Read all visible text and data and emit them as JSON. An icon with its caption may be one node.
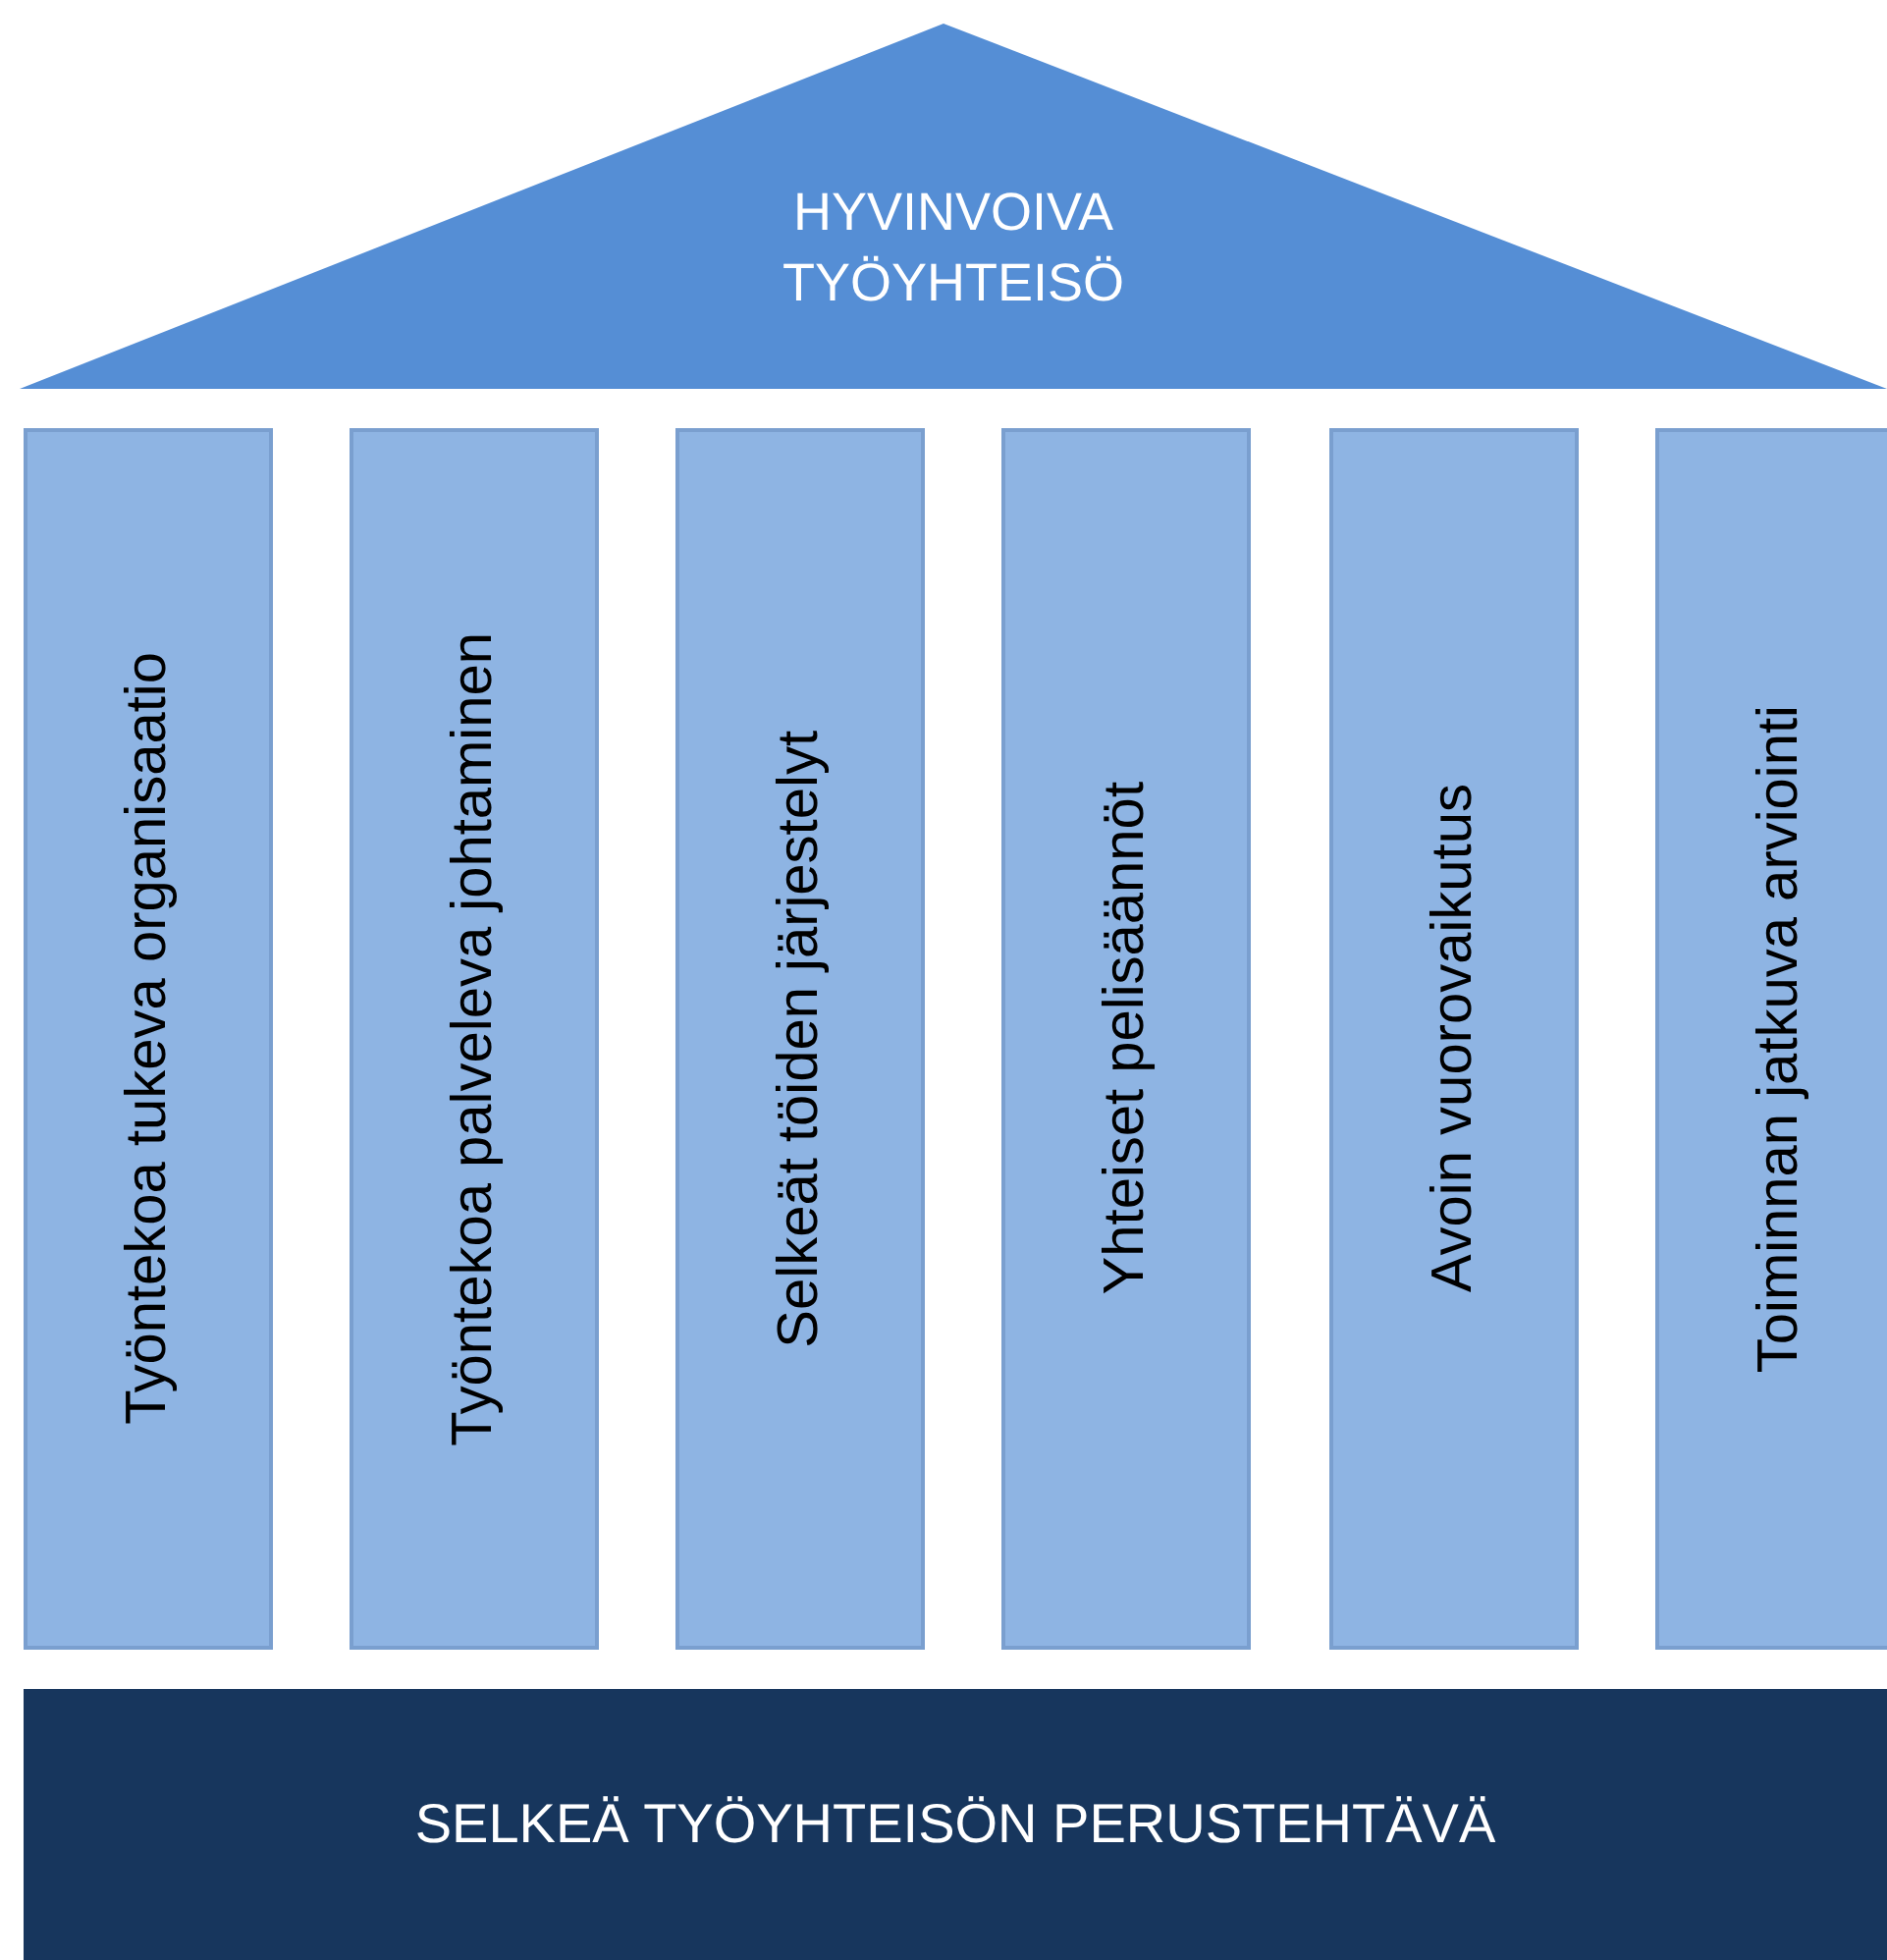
{
  "diagram": {
    "nodes": [
      {
        "text": [
          "HYVINVOIVA TYÖYHTEISÖ"
        ]
      },
      {
        "text": [
          "Työntekoa tukeva organisaatio"
        ]
      },
      {
        "text": [
          "Työntekoa palveleva johtaminen"
        ]
      },
      {
        "text": [
          "Selkeät töiden järjestelyt"
        ]
      },
      {
        "text": [
          "Yhteiset pelisäännöt"
        ]
      },
      {
        "text": [
          "Avoin vuorovaikutus"
        ]
      },
      {
        "text": [
          "Toiminnan jatkuva arviointi"
        ]
      },
      {
        "text": [
          "SELKEÄ TYÖYHTEISÖN PERUSTEHTÄVÄ"
        ]
      }
    ]
  }
}
